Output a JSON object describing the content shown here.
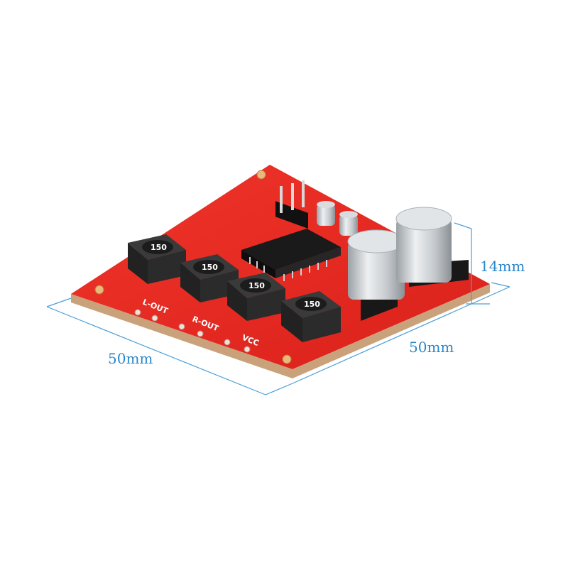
{
  "photo": {
    "subject": "red amplifier module",
    "colors": {
      "pcb": "#e8261e",
      "pcb_edge": "#c8a27a",
      "dimension_lines": "#4a9fd8",
      "label": "#2a86c8",
      "inductor": "#2b2b2b",
      "capacitor": "#cfd3d6",
      "chip": "#1a1a1a"
    }
  },
  "dimensions": {
    "width_left": "50mm",
    "width_right": "50mm",
    "height": "14mm"
  },
  "silkscreen": {
    "left_out": "L-OUT",
    "right_out": "R-OUT",
    "vcc": "VCC",
    "inductor_marking": "150"
  }
}
